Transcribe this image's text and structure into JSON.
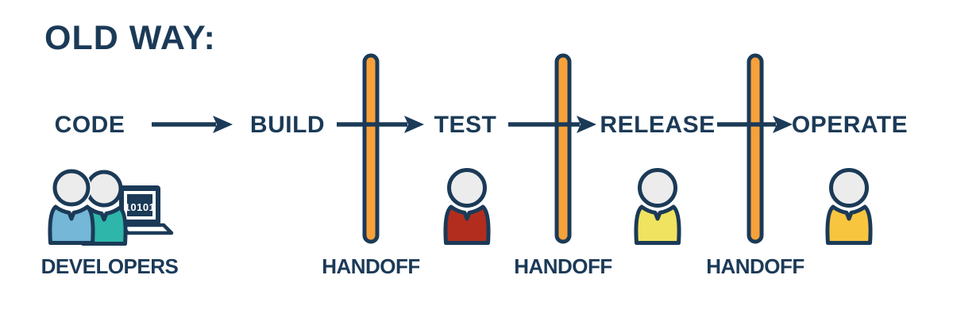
{
  "title": "OLD WAY:",
  "stages": [
    {
      "label": "CODE"
    },
    {
      "label": "BUILD"
    },
    {
      "label": "TEST"
    },
    {
      "label": "RELEASE"
    },
    {
      "label": "OPERATE"
    }
  ],
  "handoffs": [
    {
      "label": "HANDOFF"
    },
    {
      "label": "HANDOFF"
    },
    {
      "label": "HANDOFF"
    }
  ],
  "developers": {
    "label": "DEVELOPERS",
    "screen_text": "10101"
  },
  "colors": {
    "navy": "#1B3A57",
    "orange": "#F8A13A",
    "head_gray": "#ECECEC",
    "body_blue": "#74B7D7",
    "body_teal": "#2EB6AB",
    "body_red": "#B22D1D",
    "body_light_yellow": "#F0E35F",
    "body_gold": "#F8C53F",
    "background": "#FFFFFF"
  }
}
